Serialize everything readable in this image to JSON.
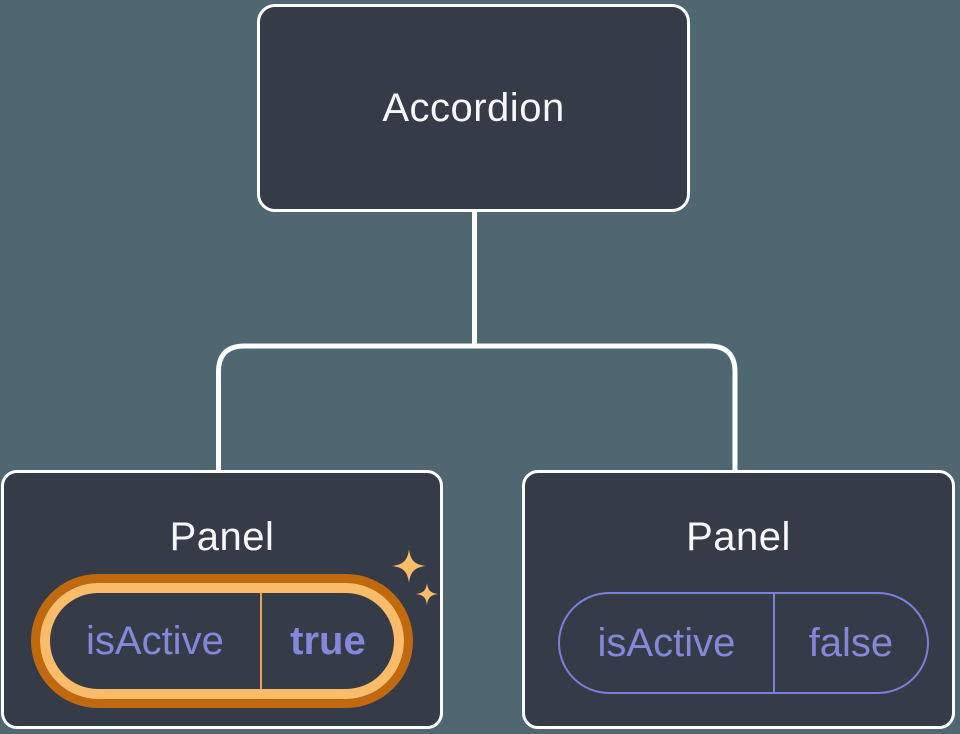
{
  "diagram": {
    "root_node": {
      "label": "Accordion"
    },
    "panels": [
      {
        "label": "Panel",
        "state": {
          "name": "isActive",
          "value": "true"
        },
        "highlighted": true
      },
      {
        "label": "Panel",
        "state": {
          "name": "isActive",
          "value": "false"
        },
        "highlighted": false
      }
    ]
  },
  "icons": {
    "sparkles": "four-point-stars"
  },
  "colors": {
    "background": "#4e6770",
    "card_fill": "#353b47",
    "card_border": "#ffffff",
    "connector": "#ffffff",
    "text_primary": "#f6f7f9",
    "state_text": "#8487da",
    "state_pill_border": "#7c80d8",
    "highlight_ring_outer": "#c0690f",
    "highlight_ring_inner": "#fabc69",
    "highlight_divider": "#e8a458",
    "sparkle": "#f9bc68"
  }
}
